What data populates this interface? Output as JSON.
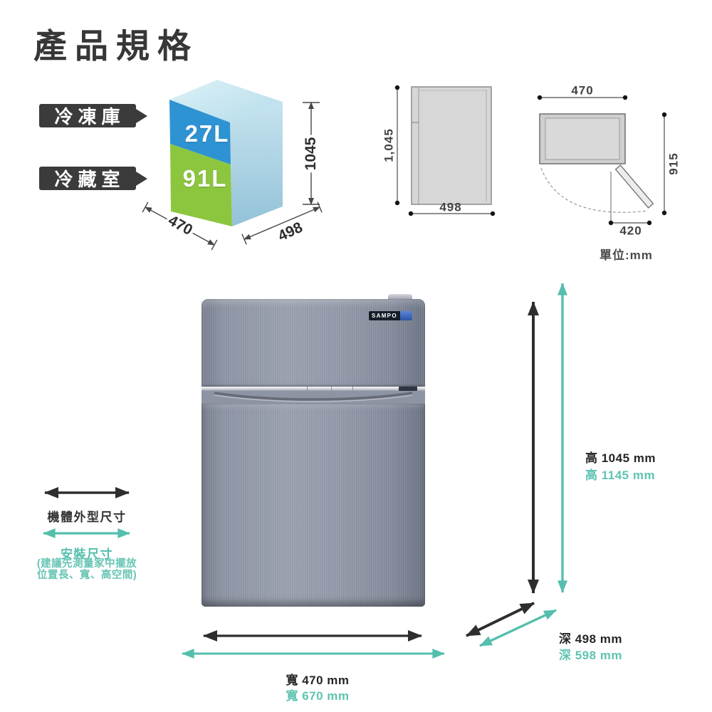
{
  "title": "產品規格",
  "unit_note": "單位:mm",
  "capacity_diagram": {
    "freezer_label": "冷凍庫",
    "freezer_volume": "27L",
    "fridge_label": "冷藏室",
    "fridge_volume": "91L",
    "dim_width": "470",
    "dim_depth": "498",
    "dim_height": "1045"
  },
  "side_view": {
    "dim_height": "1,045",
    "dim_depth": "498"
  },
  "top_view": {
    "dim_width": "470",
    "dim_clearance": "915",
    "dim_door_open": "420"
  },
  "product": {
    "brand": "SAMPO"
  },
  "legend": {
    "body_dim_label": "機體外型尺寸",
    "install_dim_label": "安裝尺寸",
    "install_note_1": "(建議先測量家中擺放",
    "install_note_2": "位置長、寬、高空間)"
  },
  "measurements": {
    "height_body": "高 1045 mm",
    "height_install": "高 1145 mm",
    "depth_body": "深 498 mm",
    "depth_install": "深 598 mm",
    "width_body": "寬 470 mm",
    "width_install": "寬 670 mm"
  },
  "colors": {
    "teal_arrow": "#54BFAD",
    "black_arrow": "#2E2E2E",
    "freezer_blue": "#2E93D3",
    "fridge_green": "#8CC63F",
    "side_face_blue": "#A9D2E2",
    "top_face_blue": "#CDE9F2"
  }
}
